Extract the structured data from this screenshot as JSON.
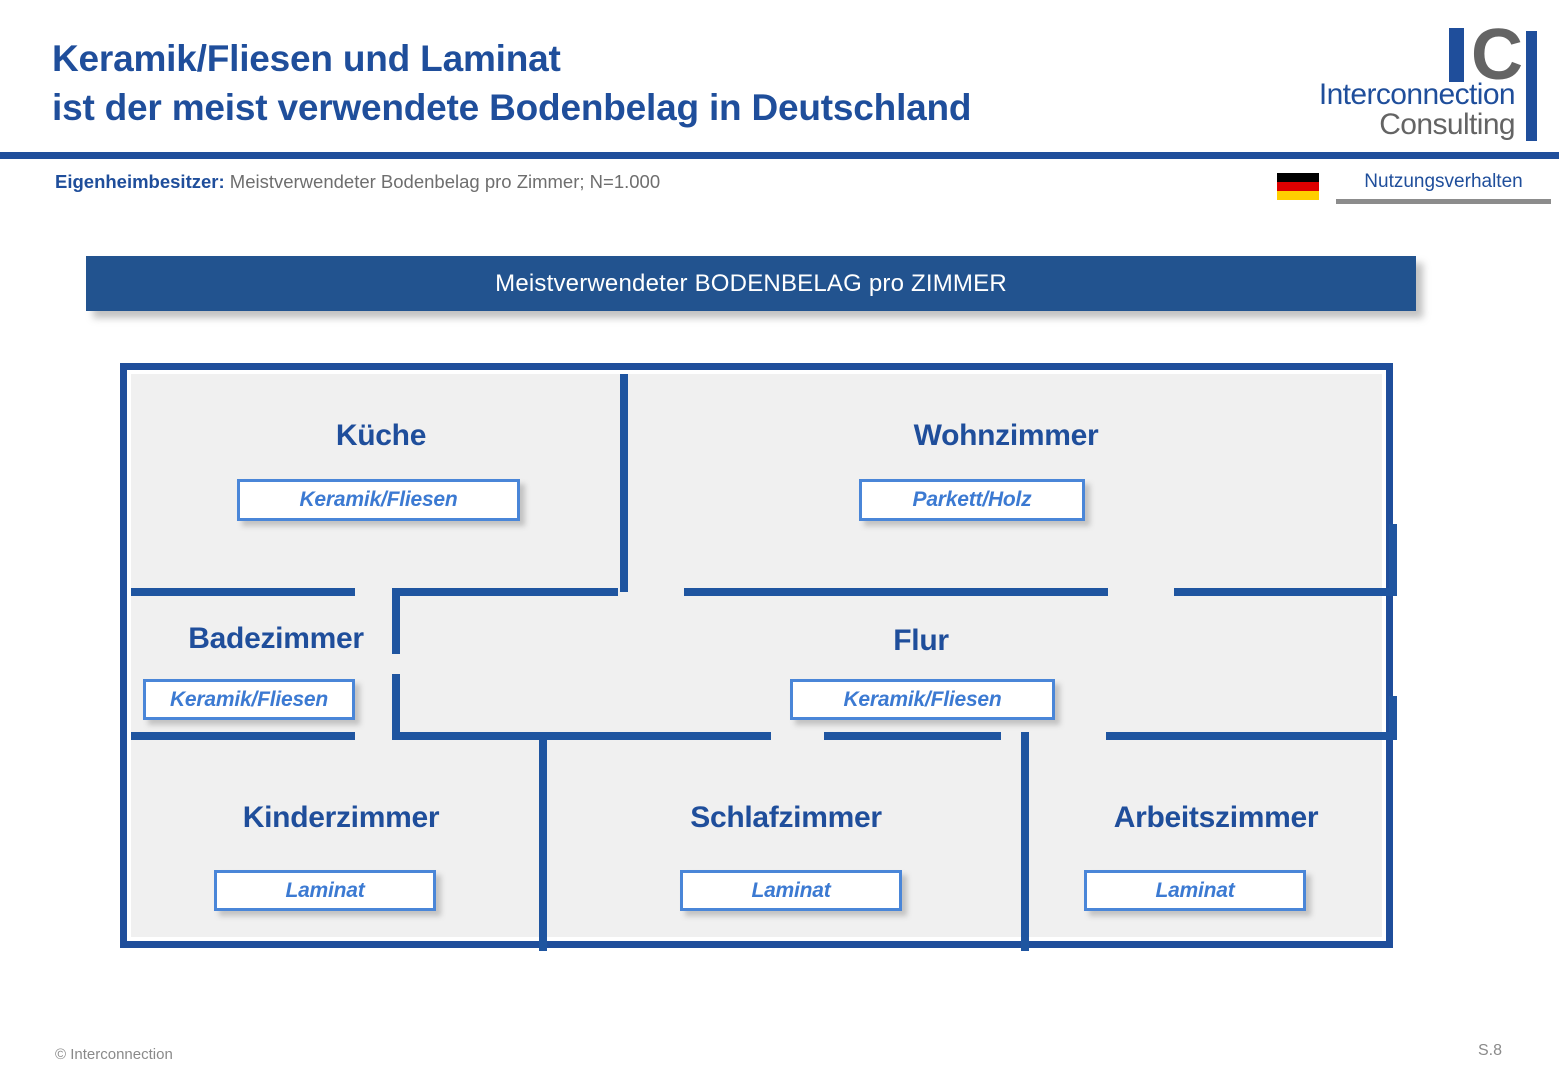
{
  "header": {
    "title": "Keramik/Fliesen und Laminat\nist der meist verwendete Bodenbelag in Deutschland",
    "logo": {
      "mark_i": "I",
      "mark_c": "C",
      "word1": "Interconnection",
      "word2": "Consulting"
    }
  },
  "subheader": {
    "strong": "Eigenheimbesitzer:",
    "rest": " Meistverwendeter Bodenbelag pro Zimmer; N=1.000",
    "flag": "germany-flag",
    "topic": "Nutzungsverhalten"
  },
  "banner": {
    "text": "Meistverwendeter BODENBELAG pro ZIMMER"
  },
  "floorplan": {
    "rooms": [
      {
        "name": "Küche",
        "floor": "Keramik/Fliesen"
      },
      {
        "name": "Wohnzimmer",
        "floor": "Parkett/Holz"
      },
      {
        "name": "Badezimmer",
        "floor": "Keramik/Fliesen"
      },
      {
        "name": "Flur",
        "floor": "Keramik/Fliesen"
      },
      {
        "name": "Kinderzimmer",
        "floor": "Laminat"
      },
      {
        "name": "Schlafzimmer",
        "floor": "Laminat"
      },
      {
        "name": "Arbeitszimmer",
        "floor": "Laminat"
      }
    ]
  },
  "footer": {
    "copyright": "© Interconnection",
    "page": "S.8"
  },
  "colors": {
    "brand_blue": "#1f4e9b",
    "banner_blue": "#22538f",
    "wall_blue": "#1f55a0",
    "tag_border": "#4a86d8",
    "tag_text": "#3c7ad2",
    "room_fill": "#f0f0f0",
    "grey_text": "#6e6e6e",
    "logo_grey": "#646464"
  }
}
